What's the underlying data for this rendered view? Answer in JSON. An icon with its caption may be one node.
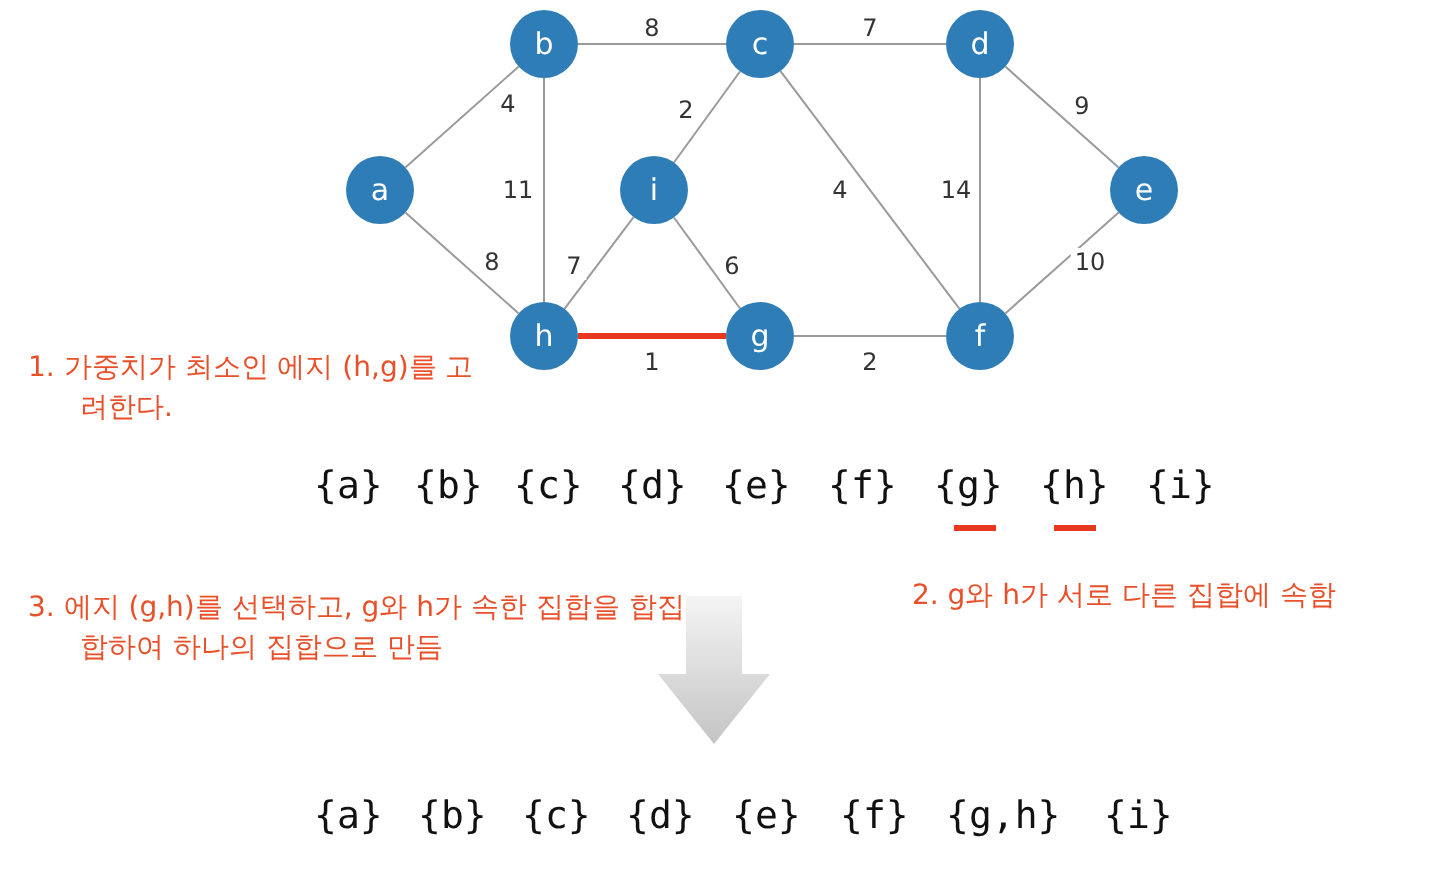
{
  "diagram": {
    "nodes": [
      {
        "text": [
          "a"
        ]
      },
      {
        "text": [
          "b"
        ]
      },
      {
        "text": [
          "c"
        ]
      },
      {
        "text": [
          "d"
        ]
      },
      {
        "text": [
          "e"
        ]
      },
      {
        "text": [
          "f"
        ]
      },
      {
        "text": [
          "g"
        ]
      },
      {
        "text": [
          "h"
        ]
      },
      {
        "text": [
          "i"
        ]
      }
    ],
    "edges": [
      {
        "from": 0,
        "to": 1,
        "arrow": "none",
        "label": "4"
      },
      {
        "from": 0,
        "to": 7,
        "arrow": "none",
        "label": "8"
      },
      {
        "from": 1,
        "to": 2,
        "arrow": "none",
        "label": "8"
      },
      {
        "from": 1,
        "to": 7,
        "arrow": "none",
        "label": "11"
      },
      {
        "from": 2,
        "to": 3,
        "arrow": "none",
        "label": "7"
      },
      {
        "from": 2,
        "to": 8,
        "arrow": "none",
        "label": "2"
      },
      {
        "from": 2,
        "to": 5,
        "arrow": "none",
        "label": "4"
      },
      {
        "from": 3,
        "to": 5,
        "arrow": "none",
        "label": "14"
      },
      {
        "from": 3,
        "to": 4,
        "arrow": "none",
        "label": "9"
      },
      {
        "from": 4,
        "to": 5,
        "arrow": "none",
        "label": "10"
      },
      {
        "from": 5,
        "to": 6,
        "arrow": "none",
        "label": "2"
      },
      {
        "from": 7,
        "to": 6,
        "arrow": "none",
        "label": "1",
        "style": "thick",
        "color": "#e8381f"
      },
      {
        "from": 7,
        "to": 8,
        "arrow": "none",
        "label": "7"
      },
      {
        "from": 8,
        "to": 6,
        "arrow": "none",
        "label": "6"
      }
    ],
    "labels": [
      "1.  가중치가 최소인 에지 (h,g)를 고려한다.",
      "{a}",
      "{b}",
      "{c}",
      "{d}",
      "{e}",
      "{f}",
      "{g}",
      "{h}",
      "{i}",
      "3.  에지 (g,h)를 선택하고, g와 h가 속한 집합을 합집합하여 하나의 집합으로 만듬",
      "2.  g와 h가 서로 다른 집합에 속함",
      "{a}",
      "{b}",
      "{c}",
      "{d}",
      "{e}",
      "{f}",
      "{g,h}",
      "{i}"
    ]
  }
}
